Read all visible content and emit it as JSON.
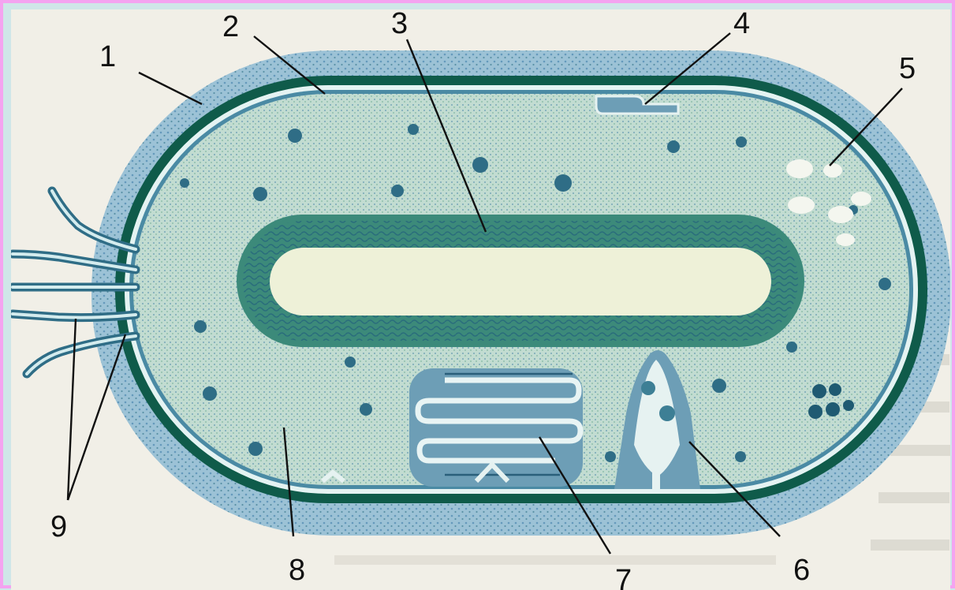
{
  "labels": [
    "1",
    "2",
    "3",
    "4",
    "5",
    "6",
    "7",
    "8",
    "9"
  ],
  "colors": {
    "frame": "#f4a3f0",
    "page": "#f3f1ea",
    "capsule": "#7fb0cc",
    "cell_wall": "#0f5b4a",
    "membrane": "#dff2f3",
    "cytoplasm": "#bfd8cf",
    "nucleoid": "#eef1d8",
    "ink": "#111111"
  }
}
